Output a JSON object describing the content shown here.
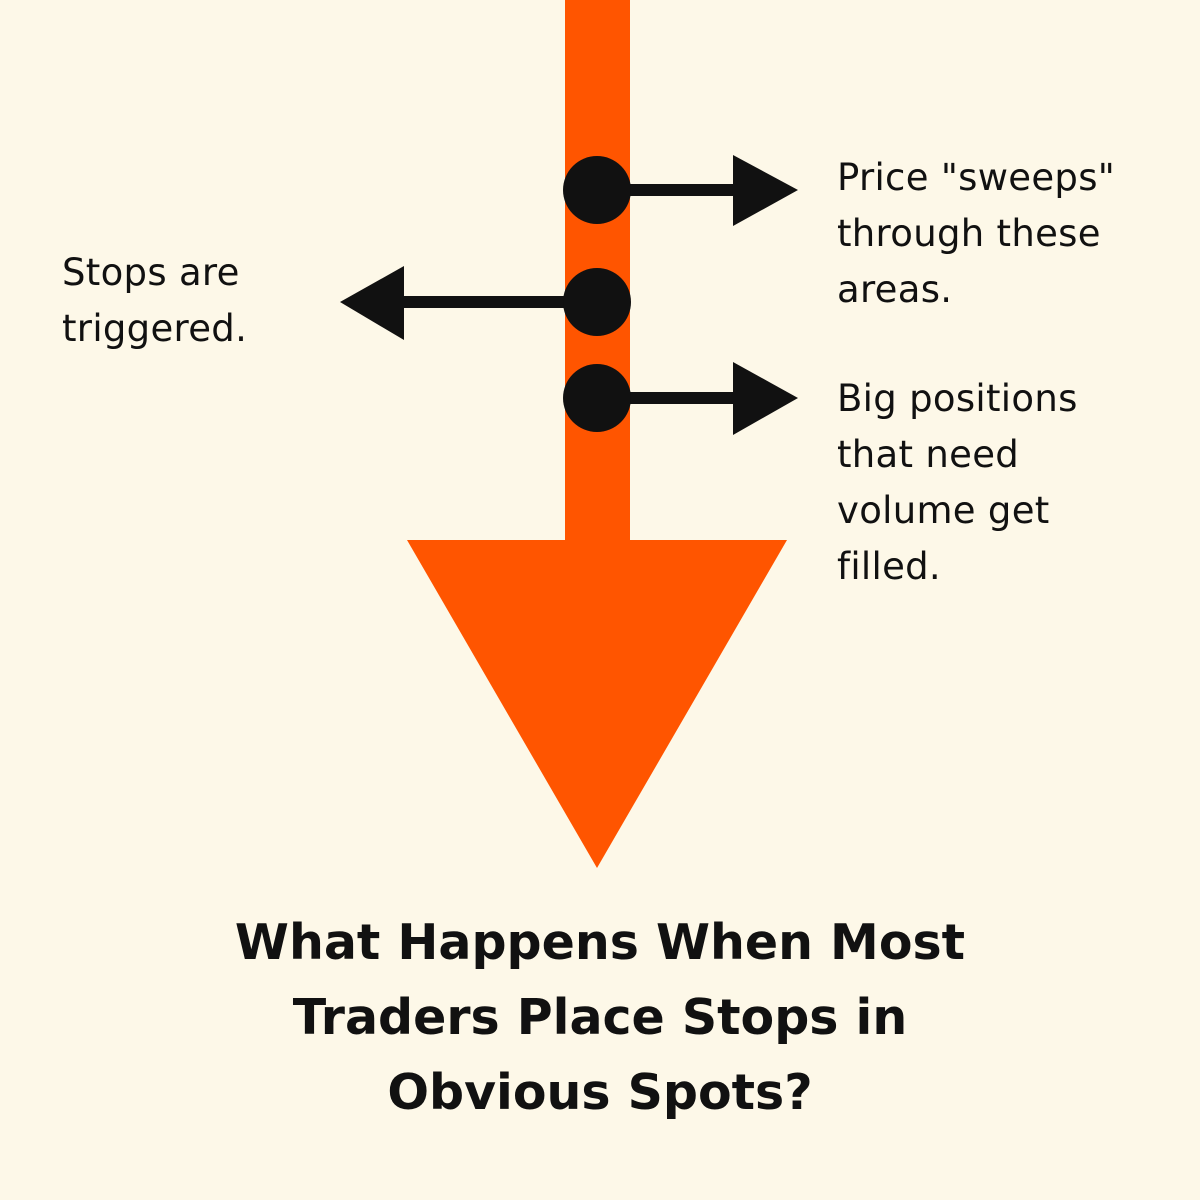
{
  "colors": {
    "background": "#fdf8e8",
    "arrow": "#ff5500",
    "marker": "#111111"
  },
  "labels": {
    "sweep": [
      "Price \"sweeps\"",
      "through these",
      "areas."
    ],
    "stops": [
      "Stops are",
      "triggered."
    ],
    "fill": [
      "Big positions",
      "that need",
      "volume get",
      "filled."
    ]
  },
  "title": [
    "What Happens When Most",
    "Traders Place Stops in",
    "Obvious Spots?"
  ]
}
